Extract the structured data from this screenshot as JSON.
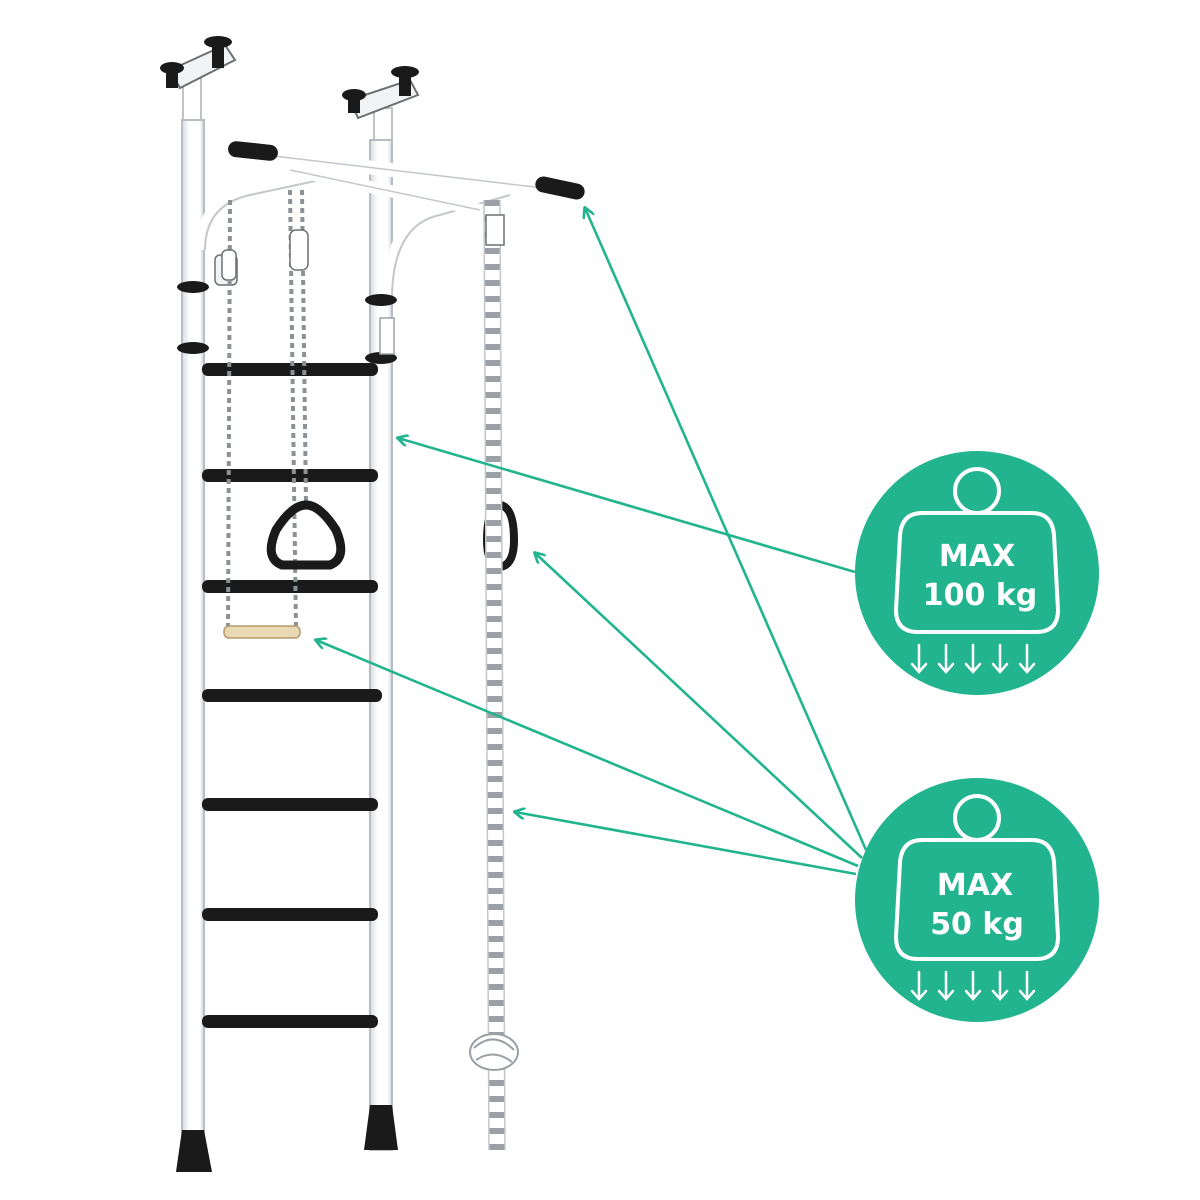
{
  "colors": {
    "accent": "#22b48e",
    "frame": "#ffffff",
    "frame_outline": "#c9cccf",
    "rung": "#1a1a1a",
    "rope_dark": "#9aa0a6"
  },
  "badges": [
    {
      "icon": "weight-icon",
      "line1": "MAX",
      "line2": "100 kg"
    },
    {
      "icon": "weight-icon",
      "line1": "MAX",
      "line2": "50 kg"
    }
  ],
  "product": {
    "icon": "wall-bars-icon",
    "rungs": 7
  }
}
